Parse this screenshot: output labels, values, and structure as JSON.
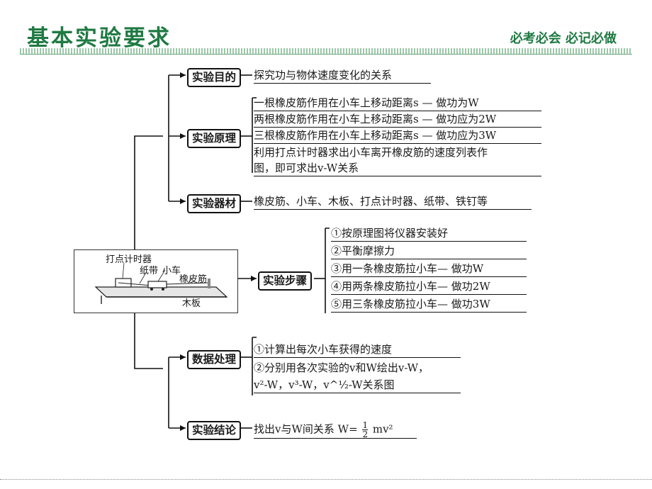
{
  "header": {
    "title": "基本实验要求",
    "subtitle": "必考必会 必记必做"
  },
  "nodes": {
    "purpose": {
      "label": "实验目的",
      "items": [
        "探究功与物体速度变化的关系"
      ]
    },
    "principle": {
      "label": "实验原理",
      "items": [
        "一根橡皮筋作用在小车上移动距离s — 做功为W",
        "两根橡皮筋作用在小车上移动距离s — 做功应为2W",
        "三根橡皮筋作用在小车上移动距离s — 做功应为3W",
        "利用打点计时器求出小车离开橡皮筋的速度列表作",
        "图，即可求出v-W关系"
      ]
    },
    "equipment": {
      "label": "实验器材",
      "items": [
        "橡皮筋、小车、木板、打点计时器、纸带、铁钉等"
      ]
    },
    "steps": {
      "label": "实验步骤",
      "items": [
        "①按原理图将仪器安装好",
        "②平衡摩擦力",
        "③用一条橡皮筋拉小车— 做功W",
        "④用两条橡皮筋拉小车— 做功2W",
        "⑤用三条橡皮筋拉小车— 做功3W"
      ]
    },
    "data": {
      "label": "数据处理",
      "items": [
        "①计算出每次小车获得的速度",
        "②分别用各次实验的v和W绘出v-W，",
        "v²-W，v³-W，v^½-W关系图"
      ]
    },
    "conclusion": {
      "label": "实验结论",
      "prefix": "找出v与W间关系 W=",
      "numerator": "1",
      "denominator": "2",
      "suffix": "mv²"
    }
  },
  "apparatus": {
    "labels": [
      "打点计时器",
      "纸带",
      "小车",
      "橡皮筋",
      "木板"
    ]
  }
}
